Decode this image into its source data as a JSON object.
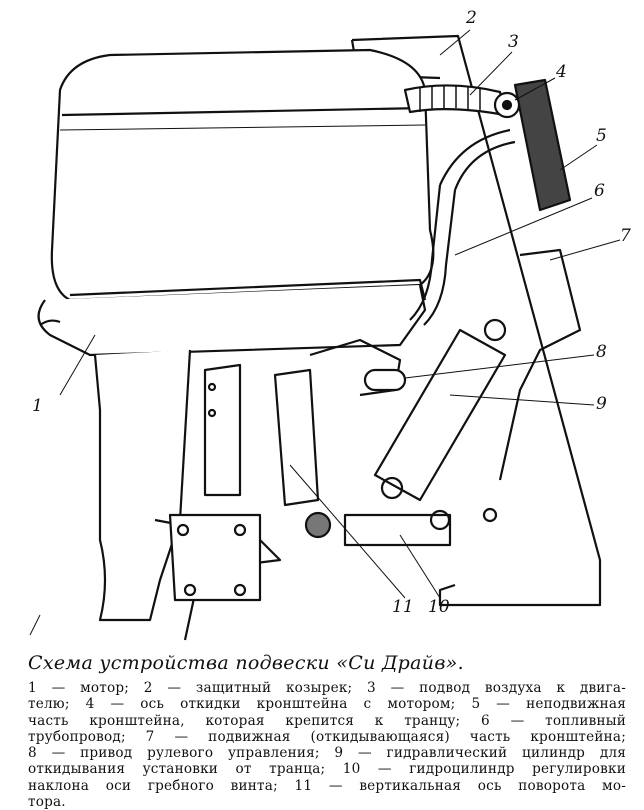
{
  "diagram": {
    "labels": [
      "1",
      "2",
      "3",
      "4",
      "5",
      "6",
      "7",
      "8",
      "9",
      "10",
      "11"
    ]
  },
  "caption": {
    "title": "Схема устройства подвески «Си Драйв».",
    "lines": [
      "1 — мотор; 2 — защитный козырек; 3 — подвод воздуха к двига-",
      "телю; 4 — ось откидки кронштейна с мотором; 5 — неподвижная",
      "часть кронштейна, которая крепится к транцу; 6 — топливный",
      "трубопровод; 7 — подвижная (откидывающаяся) часть кронштейна;",
      "8 — привод рулевого управления; 9 — гидравлический цилиндр для",
      "откидывания установки от транца; 10 — гидроцилиндр регулировки",
      "наклона оси гребного винта; 11 — вертикальная ось поворота мо-",
      "тора."
    ]
  }
}
